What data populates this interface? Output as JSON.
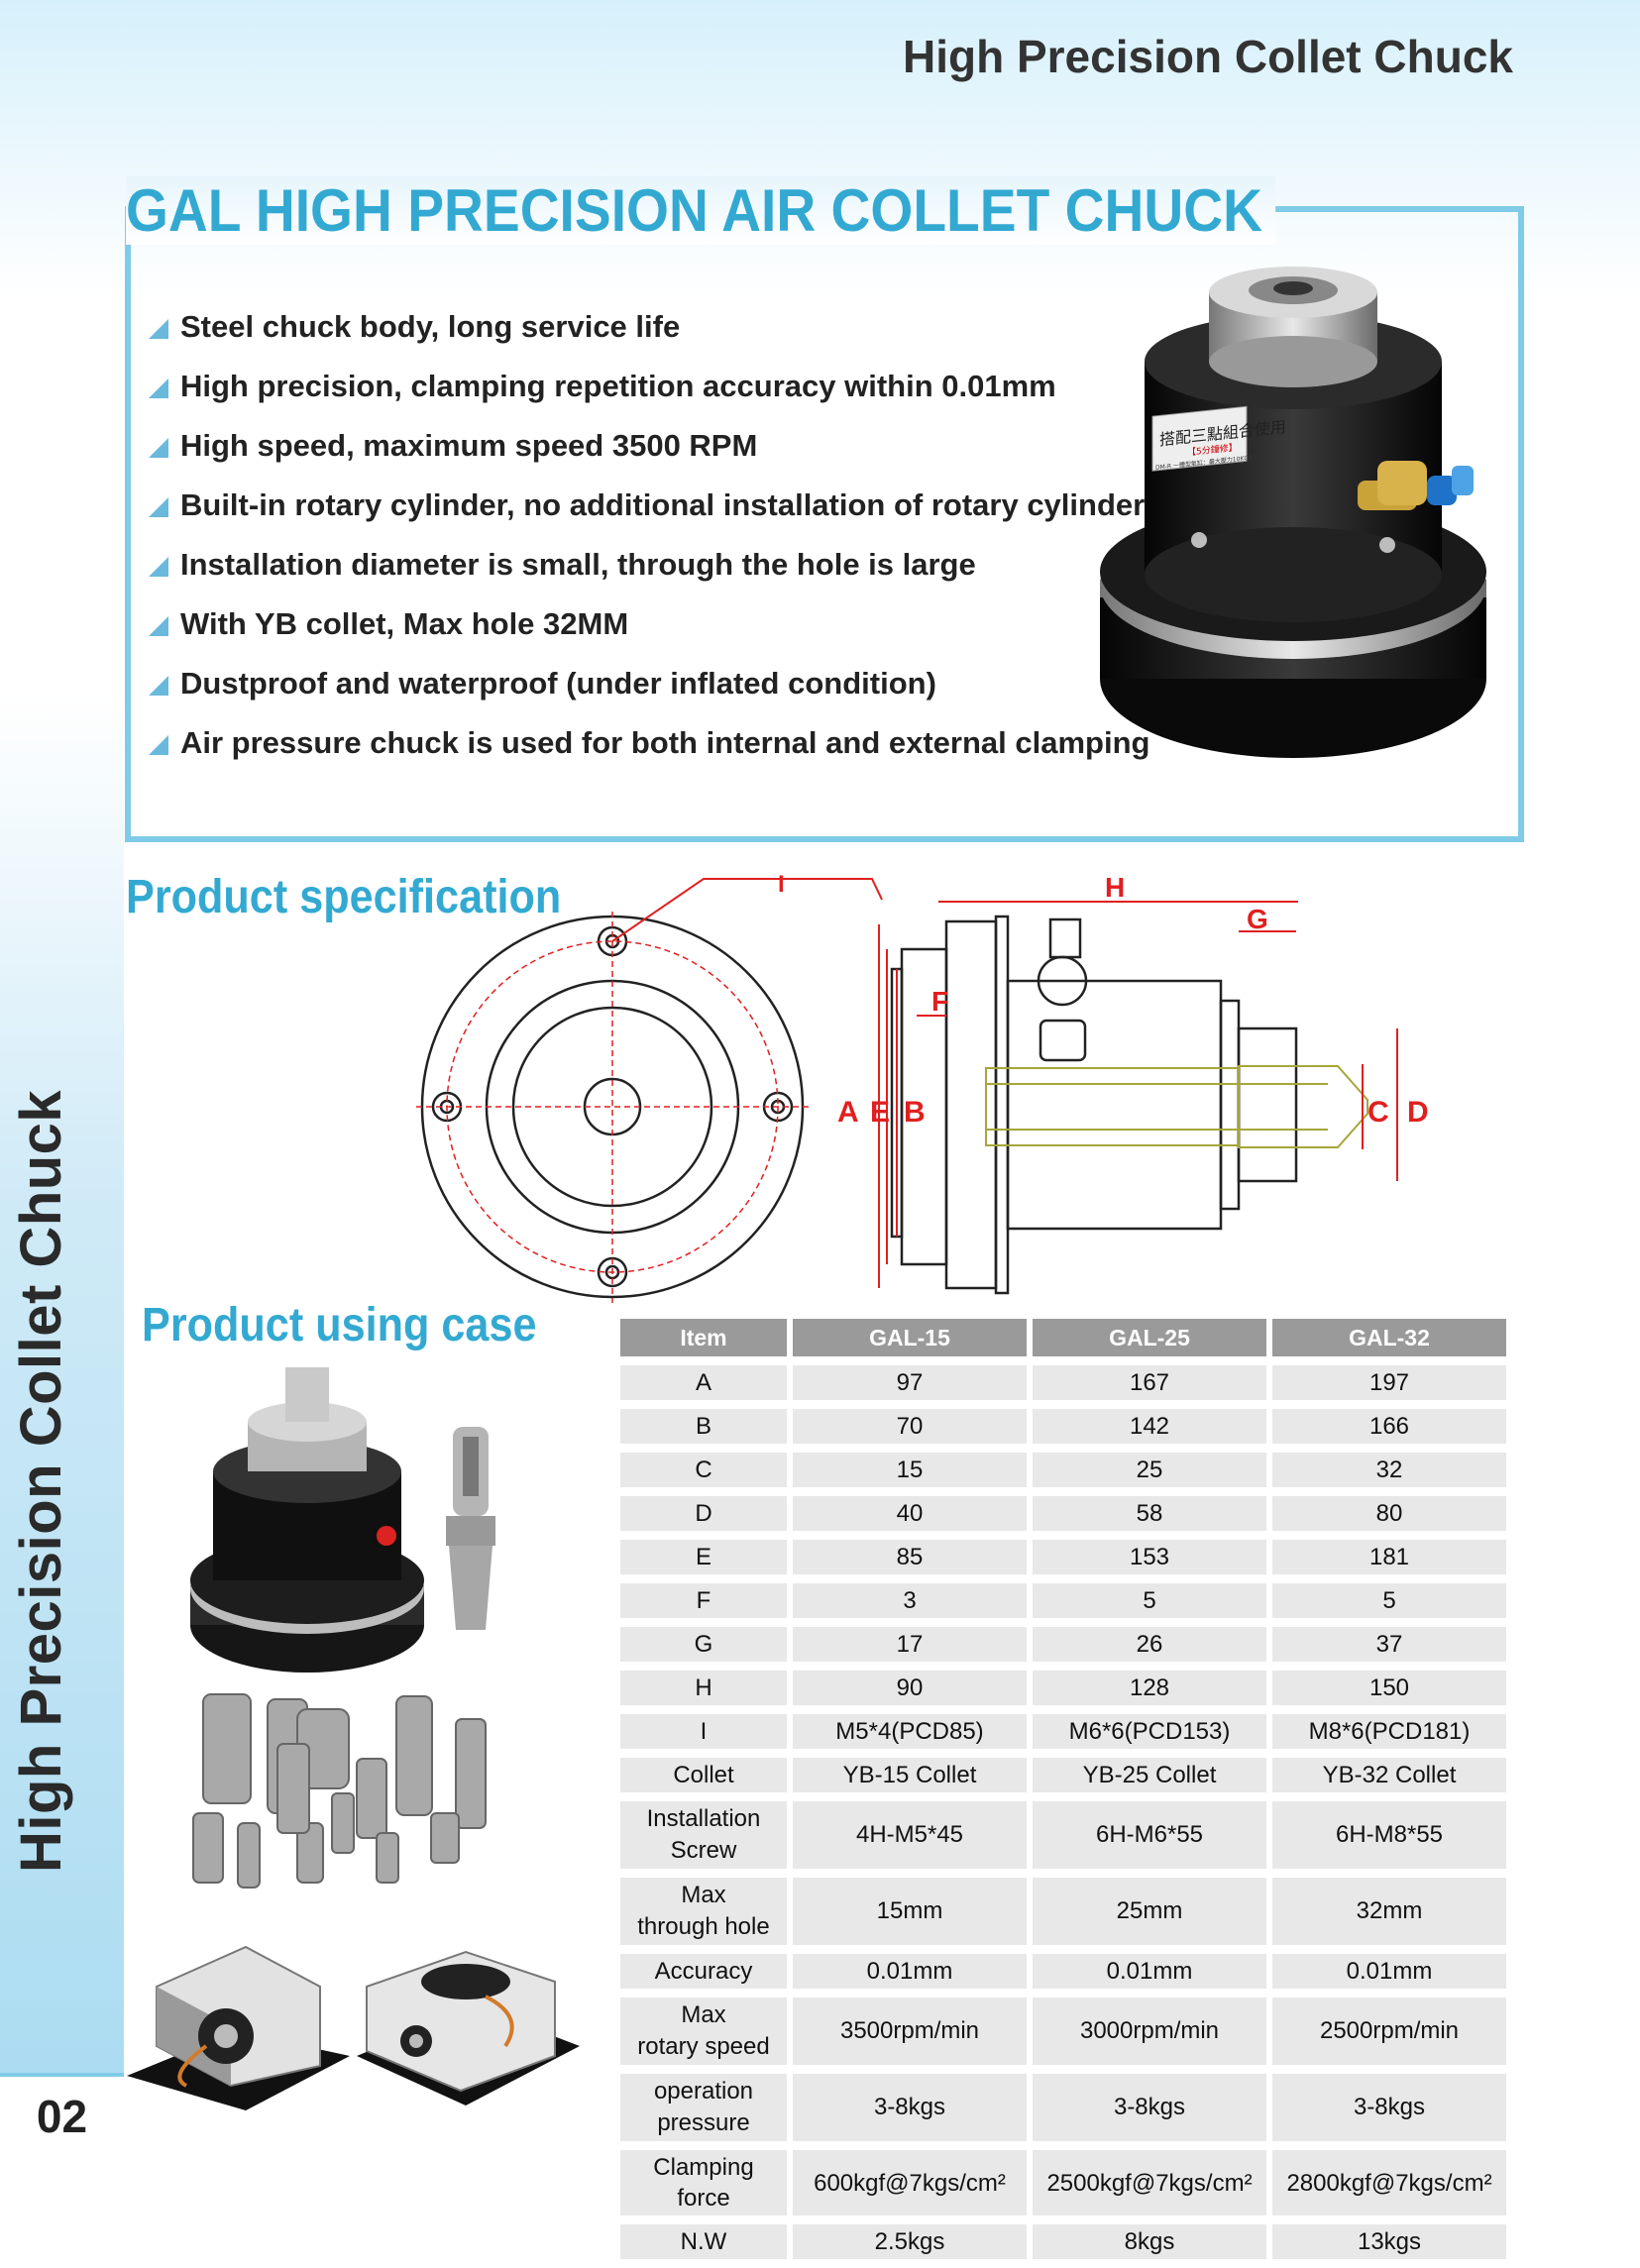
{
  "header": {
    "title": "High Precision Collet Chuck"
  },
  "main_title": "GAL HIGH PRECISION AIR COLLET CHUCK",
  "features": [
    "Steel chuck body, long service life",
    "High precision, clamping repetition accuracy within 0.01mm",
    "High speed, maximum speed 3500 RPM",
    "Built-in rotary cylinder, no additional installation of rotary cylinder",
    "Installation diameter is small, through the hole is large",
    "With YB collet, Max hole 32MM",
    "Dustproof and waterproof (under inflated condition)",
    "Air pressure chuck is used for both internal and external clamping"
  ],
  "product_label": {
    "line1": "搭配三點組合使用",
    "line2": "【5分鐘修】",
    "line3": "DM-R 一體型氣缸：最大壓力10KG/CM"
  },
  "section_spec": "Product specification",
  "section_case": "Product using case",
  "drawing_labels": {
    "a": "A",
    "b": "B",
    "c": "C",
    "d": "D",
    "e": "E",
    "f": "F",
    "g": "G",
    "h": "H",
    "i": "I"
  },
  "table": {
    "headers": [
      "Item",
      "GAL-15",
      "GAL-25",
      "GAL-32"
    ],
    "rows": [
      [
        "A",
        "97",
        "167",
        "197"
      ],
      [
        "B",
        "70",
        "142",
        "166"
      ],
      [
        "C",
        "15",
        "25",
        "32"
      ],
      [
        "D",
        "40",
        "58",
        "80"
      ],
      [
        "E",
        "85",
        "153",
        "181"
      ],
      [
        "F",
        "3",
        "5",
        "5"
      ],
      [
        "G",
        "17",
        "26",
        "37"
      ],
      [
        "H",
        "90",
        "128",
        "150"
      ],
      [
        "I",
        "M5*4(PCD85)",
        "M6*6(PCD153)",
        "M8*6(PCD181)"
      ],
      [
        "Collet",
        "YB-15 Collet",
        "YB-25 Collet",
        "YB-32 Collet"
      ],
      [
        "Installation\nScrew",
        "4H-M5*45",
        "6H-M6*55",
        "6H-M8*55"
      ],
      [
        "Max\nthrough hole",
        "15mm",
        "25mm",
        "32mm"
      ],
      [
        "Accuracy",
        "0.01mm",
        "0.01mm",
        "0.01mm"
      ],
      [
        "Max\nrotary speed",
        "3500rpm/min",
        "3000rpm/min",
        "2500rpm/min"
      ],
      [
        "operation\npressure",
        "3-8kgs",
        "3-8kgs",
        "3-8kgs"
      ],
      [
        "Clamping force",
        "600kgf@7kgs/cm²",
        "2500kgf@7kgs/cm²",
        "2800kgf@7kgs/cm²"
      ],
      [
        "N.W",
        "2.5kgs",
        "8kgs",
        "13kgs"
      ]
    ]
  },
  "side_title": "High Precision Collet Chuck",
  "page_number": "02",
  "colors": {
    "accent": "#33a9d2",
    "frame": "#7fcbe8",
    "dimension": "#e02020",
    "header_cell": "#9a9a9a",
    "cell": "#e8e8e8"
  }
}
